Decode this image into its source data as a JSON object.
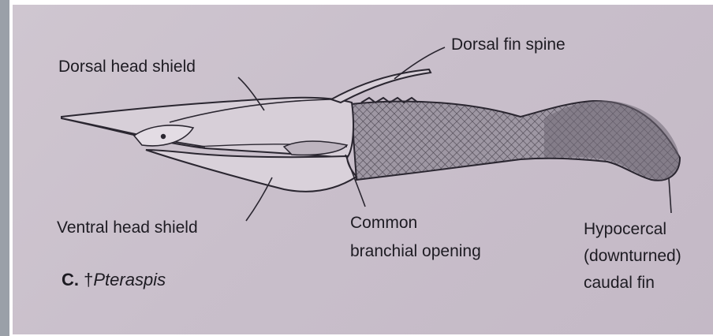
{
  "labels": {
    "dorsal_head_shield": "Dorsal head shield",
    "dorsal_fin_spine": "Dorsal fin spine",
    "ventral_head_shield": "Ventral head shield",
    "common_branchial_opening_line1": "Common",
    "common_branchial_opening_line2": "branchial opening",
    "caudal_fin_line1": "Hypocercal",
    "caudal_fin_line2": "(downturned)",
    "caudal_fin_line3": "caudal fin"
  },
  "caption": {
    "letter": "C.",
    "dagger": "†",
    "genus": "Pteraspis"
  },
  "colors": {
    "background": "#c9bfcb",
    "ink": "#1d1b22",
    "scale_fill": "#7b7480",
    "tail_fill": "#6f6874"
  }
}
